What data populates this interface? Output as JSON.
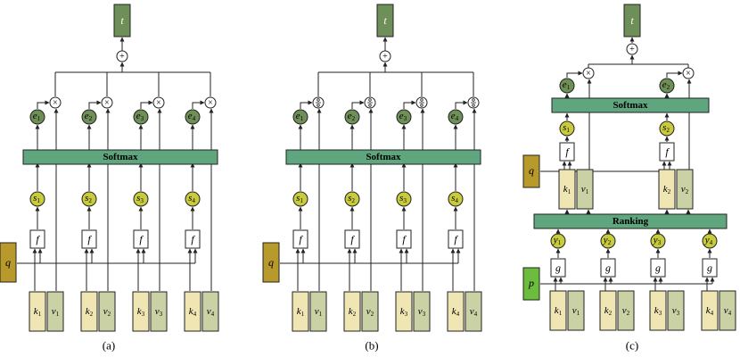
{
  "panels": [
    {
      "id": "a",
      "caption": "(a)",
      "output": "t",
      "plus": "+",
      "multiply": "×",
      "softmax": "Softmax",
      "query": "q",
      "func": "f",
      "e": [
        {
          "b": "e",
          "s": "1"
        },
        {
          "b": "e",
          "s": "2"
        },
        {
          "b": "e",
          "s": "3"
        },
        {
          "b": "e",
          "s": "4"
        }
      ],
      "s": [
        {
          "b": "s",
          "s": "1"
        },
        {
          "b": "s",
          "s": "2"
        },
        {
          "b": "s",
          "s": "3"
        },
        {
          "b": "s",
          "s": "4"
        }
      ],
      "k": [
        {
          "b": "k",
          "s": "1"
        },
        {
          "b": "k",
          "s": "2"
        },
        {
          "b": "k",
          "s": "3"
        },
        {
          "b": "k",
          "s": "4"
        }
      ],
      "v": [
        {
          "b": "v",
          "s": "1"
        },
        {
          "b": "v",
          "s": "2"
        },
        {
          "b": "v",
          "s": "3"
        },
        {
          "b": "v",
          "s": "4"
        }
      ]
    },
    {
      "id": "b",
      "caption": "(b)",
      "output": "t",
      "plus": "+",
      "softmax": "Softmax",
      "query": "q",
      "func": "f",
      "e": [
        {
          "b": "e",
          "s": "1"
        },
        {
          "b": "e",
          "s": "2"
        },
        {
          "b": "e",
          "s": "3"
        },
        {
          "b": "e",
          "s": "4"
        }
      ],
      "s": [
        {
          "b": "s",
          "s": "1"
        },
        {
          "b": "s",
          "s": "2"
        },
        {
          "b": "s",
          "s": "3"
        },
        {
          "b": "s",
          "s": "4"
        }
      ],
      "k": [
        {
          "b": "k",
          "s": "1"
        },
        {
          "b": "k",
          "s": "2"
        },
        {
          "b": "k",
          "s": "3"
        },
        {
          "b": "k",
          "s": "4"
        }
      ],
      "v": [
        {
          "b": "v",
          "s": "1"
        },
        {
          "b": "v",
          "s": "2"
        },
        {
          "b": "v",
          "s": "3"
        },
        {
          "b": "v",
          "s": "4"
        }
      ]
    },
    {
      "id": "c",
      "caption": "(c)",
      "output": "t",
      "plus": "+",
      "multiply": "×",
      "softmax": "Softmax",
      "ranking": "Ranking",
      "query": "q",
      "query2": "p",
      "func": "f",
      "func2": "g",
      "e": [
        {
          "b": "e",
          "s": "1"
        },
        {
          "b": "e",
          "s": "2"
        }
      ],
      "s": [
        {
          "b": "s",
          "s": "1"
        },
        {
          "b": "s",
          "s": "2"
        }
      ],
      "top_k": [
        {
          "b": "k",
          "s": "1"
        },
        {
          "b": "k",
          "s": "2"
        }
      ],
      "top_v": [
        {
          "b": "v",
          "s": "1"
        },
        {
          "b": "v",
          "s": "2"
        }
      ],
      "y": [
        {
          "b": "y",
          "s": "1"
        },
        {
          "b": "y",
          "s": "2"
        },
        {
          "b": "y",
          "s": "3"
        },
        {
          "b": "y",
          "s": "4"
        }
      ],
      "k": [
        {
          "b": "k",
          "s": "1"
        },
        {
          "b": "k",
          "s": "2"
        },
        {
          "b": "k",
          "s": "3"
        },
        {
          "b": "k",
          "s": "4"
        }
      ],
      "v": [
        {
          "b": "v",
          "s": "1"
        },
        {
          "b": "v",
          "s": "2"
        },
        {
          "b": "v",
          "s": "3"
        },
        {
          "b": "v",
          "s": "4"
        }
      ]
    }
  ],
  "colors": {
    "dark_green": "#6f8f58",
    "softmax_green": "#5fa57d",
    "yellow_green": "#c8cc3c",
    "key_fill": "#efe6b4",
    "value_fill": "#c9d1a5",
    "query_fill": "#b89a2c",
    "p_fill": "#6cbd3d",
    "line": "#222222"
  }
}
